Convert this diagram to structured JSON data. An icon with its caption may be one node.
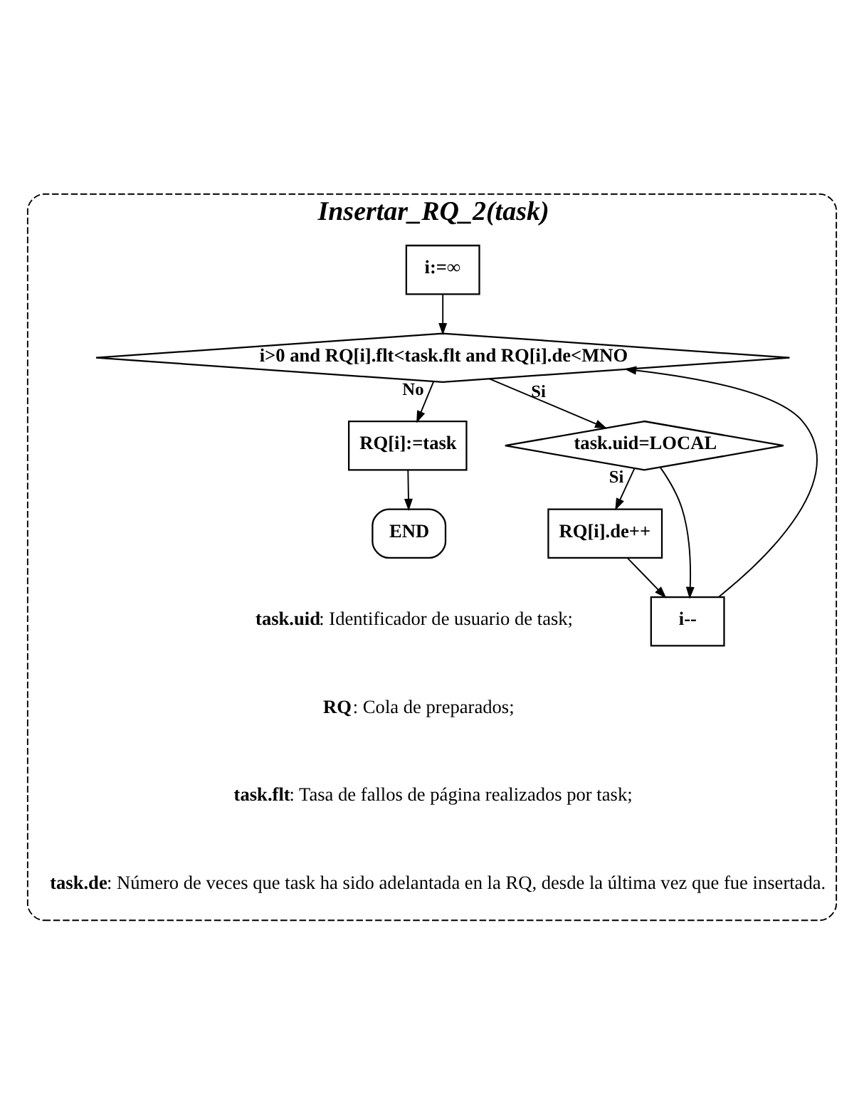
{
  "diagram": {
    "nodes": [
      {
        "text": [
          "Insertar_RQ_2(task)"
        ]
      },
      {
        "text": [
          "i:=∞"
        ],
        "in": 0
      },
      {
        "text": [
          "i>0 and RQ[i].flt<task.flt and RQ[i].de<MNO"
        ],
        "in": 0
      },
      {
        "text": [
          "RQ[i]:=task"
        ],
        "in": 0
      },
      {
        "text": [
          "task.uid=LOCAL"
        ],
        "in": 0
      },
      {
        "text": [
          "RQ[i].de++"
        ],
        "in": 0
      },
      {
        "text": [
          "i--"
        ],
        "in": 0
      },
      {
        "text": [
          "END"
        ],
        "in": 0
      }
    ],
    "edges": [
      {
        "from": 1,
        "to": 2,
        "arrow": "to"
      },
      {
        "from": 2,
        "to": 3,
        "arrow": "to",
        "label": "No"
      },
      {
        "from": 2,
        "to": 4,
        "arrow": "to",
        "label": "Si"
      },
      {
        "from": 4,
        "to": 5,
        "arrow": "to",
        "label": "Si"
      },
      {
        "from": 4,
        "to": 6,
        "arrow": "to"
      },
      {
        "from": 5,
        "to": 6,
        "arrow": "to"
      },
      {
        "from": 6,
        "to": 2,
        "arrow": "to"
      },
      {
        "from": 3,
        "to": 7,
        "arrow": "to"
      }
    ],
    "labels": [
      "**task.uid**: Identificador de usuario de task;",
      "**RQ**: Cola de preparados;",
      "**task.flt**: Tasa de fallos de página realizados por task;",
      "**task.de**: Número de veces que task ha sido adelantada en la RQ, desde la última vez que fue insertada."
    ]
  }
}
